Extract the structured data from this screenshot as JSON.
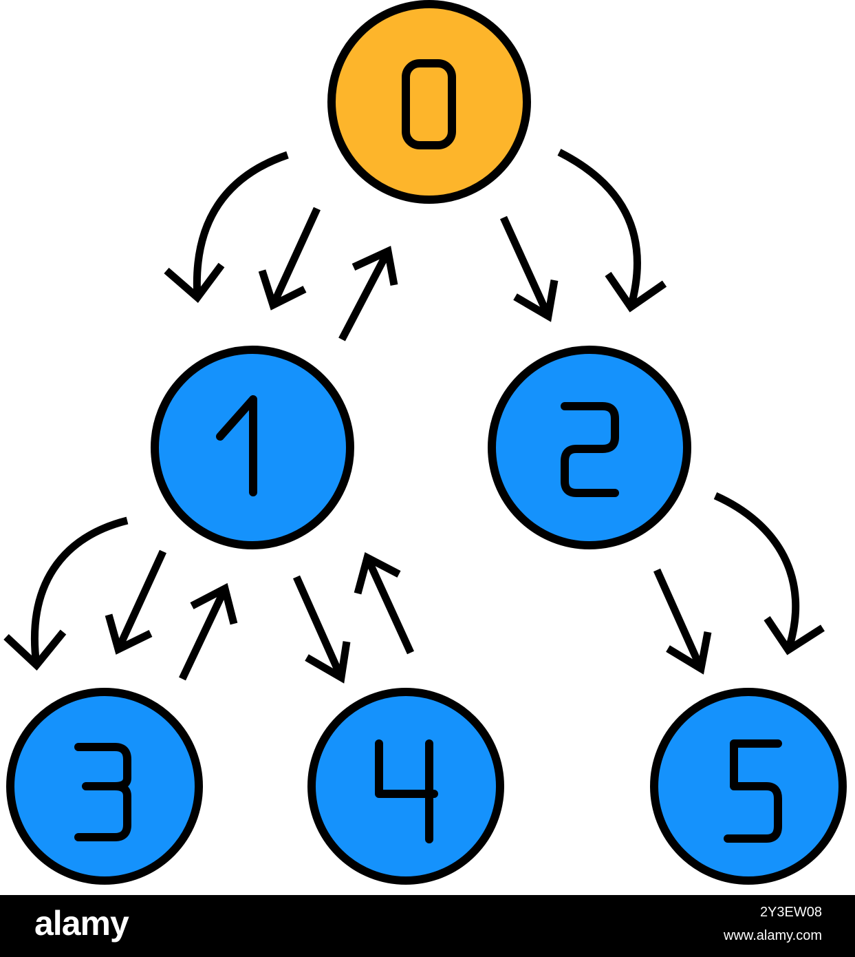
{
  "diagram": {
    "nodes": [
      {
        "id": "0",
        "label": "0",
        "fill": "#FDB52B"
      },
      {
        "id": "1",
        "label": "1",
        "fill": "#1592FC"
      },
      {
        "id": "2",
        "label": "2",
        "fill": "#1592FC"
      },
      {
        "id": "3",
        "label": "3",
        "fill": "#1592FC"
      },
      {
        "id": "4",
        "label": "4",
        "fill": "#1592FC"
      },
      {
        "id": "5",
        "label": "5",
        "fill": "#1592FC"
      }
    ],
    "edges": [
      {
        "from": "0",
        "to": "1"
      },
      {
        "from": "0",
        "to": "2"
      },
      {
        "from": "1",
        "to": "0"
      },
      {
        "from": "1",
        "to": "3"
      },
      {
        "from": "3",
        "to": "1"
      },
      {
        "from": "1",
        "to": "4"
      },
      {
        "from": "4",
        "to": "1"
      },
      {
        "from": "2",
        "to": "5"
      }
    ],
    "colors": {
      "root": "#FDB52B",
      "node": "#1592FC",
      "outline": "#000000"
    }
  },
  "watermark": {
    "brand": "alamy",
    "image_code": "2Y3EW08",
    "site": "www.alamy.com"
  }
}
